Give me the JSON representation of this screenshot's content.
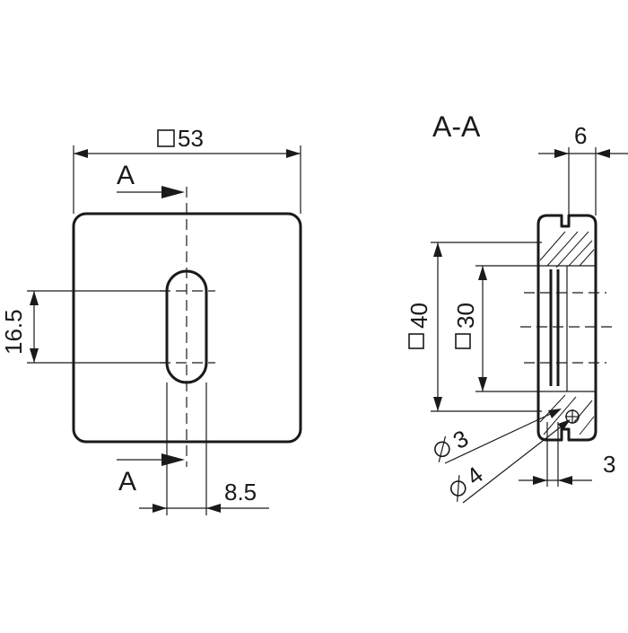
{
  "front_view": {
    "width_label": "53",
    "slot_height_label": "16.5",
    "slot_width_label": "8.5",
    "section_mark_top": "A",
    "section_mark_bottom": "A"
  },
  "section_view": {
    "title": "A-A",
    "thickness_label": "6",
    "outer_square_label": "40",
    "inner_square_label": "30",
    "hole_small_label": "3",
    "hole_large_label": "4",
    "offset_label": "3"
  },
  "symbols": {
    "square": "square-symbol",
    "diameter": "diameter-symbol"
  }
}
